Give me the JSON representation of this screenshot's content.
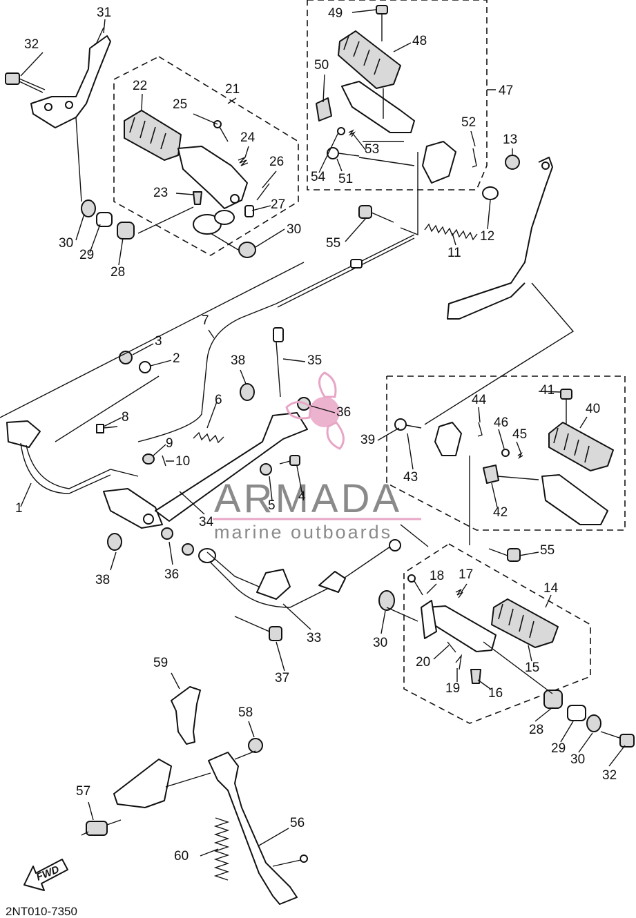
{
  "diagram": {
    "code": "2NT010-7350",
    "direction_label": "FWD",
    "watermark": {
      "brand": "ARMADA",
      "tagline": "marine outboards",
      "accent_color": "#e8a6c6",
      "text_color": "#8a8a8a"
    },
    "callouts": [
      {
        "n": "31"
      },
      {
        "n": "32"
      },
      {
        "n": "22"
      },
      {
        "n": "21"
      },
      {
        "n": "25"
      },
      {
        "n": "24"
      },
      {
        "n": "26"
      },
      {
        "n": "23"
      },
      {
        "n": "27"
      },
      {
        "n": "30"
      },
      {
        "n": "29"
      },
      {
        "n": "28"
      },
      {
        "n": "30"
      },
      {
        "n": "49"
      },
      {
        "n": "48"
      },
      {
        "n": "50"
      },
      {
        "n": "47"
      },
      {
        "n": "52"
      },
      {
        "n": "13"
      },
      {
        "n": "53"
      },
      {
        "n": "54"
      },
      {
        "n": "51"
      },
      {
        "n": "55"
      },
      {
        "n": "11"
      },
      {
        "n": "12"
      },
      {
        "n": "7"
      },
      {
        "n": "3"
      },
      {
        "n": "2"
      },
      {
        "n": "38"
      },
      {
        "n": "35"
      },
      {
        "n": "8"
      },
      {
        "n": "6"
      },
      {
        "n": "36"
      },
      {
        "n": "9"
      },
      {
        "n": "10"
      },
      {
        "n": "1"
      },
      {
        "n": "5"
      },
      {
        "n": "4"
      },
      {
        "n": "34"
      },
      {
        "n": "41"
      },
      {
        "n": "44"
      },
      {
        "n": "40"
      },
      {
        "n": "46"
      },
      {
        "n": "45"
      },
      {
        "n": "39"
      },
      {
        "n": "43"
      },
      {
        "n": "42"
      },
      {
        "n": "55"
      },
      {
        "n": "38"
      },
      {
        "n": "36"
      },
      {
        "n": "18"
      },
      {
        "n": "17"
      },
      {
        "n": "14"
      },
      {
        "n": "33"
      },
      {
        "n": "30"
      },
      {
        "n": "20"
      },
      {
        "n": "15"
      },
      {
        "n": "19"
      },
      {
        "n": "16"
      },
      {
        "n": "37"
      },
      {
        "n": "59"
      },
      {
        "n": "58"
      },
      {
        "n": "28"
      },
      {
        "n": "29"
      },
      {
        "n": "30"
      },
      {
        "n": "32"
      },
      {
        "n": "57"
      },
      {
        "n": "56"
      },
      {
        "n": "60"
      }
    ]
  }
}
